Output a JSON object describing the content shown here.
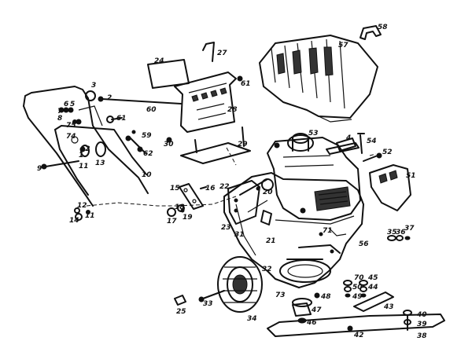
{
  "labels": [
    {
      "key": "l1",
      "text": "1"
    },
    {
      "key": "l2",
      "text": "2"
    },
    {
      "key": "l3",
      "text": "3"
    },
    {
      "key": "l5",
      "text": "5"
    },
    {
      "key": "l6",
      "text": "6"
    },
    {
      "key": "l7",
      "text": "7"
    },
    {
      "key": "l8",
      "text": "8"
    },
    {
      "key": "l9",
      "text": "9"
    },
    {
      "key": "l10",
      "text": "10"
    },
    {
      "key": "l11a",
      "text": "11"
    },
    {
      "key": "l11b",
      "text": "11"
    },
    {
      "key": "l12a",
      "text": "12"
    },
    {
      "key": "l12b",
      "text": "12"
    },
    {
      "key": "l13",
      "text": "13"
    },
    {
      "key": "l14",
      "text": "14"
    },
    {
      "key": "l15",
      "text": "15"
    },
    {
      "key": "l16",
      "text": "16"
    },
    {
      "key": "l17",
      "text": "17"
    },
    {
      "key": "l18",
      "text": "18"
    },
    {
      "key": "l19",
      "text": "19"
    },
    {
      "key": "l20",
      "text": "20"
    },
    {
      "key": "l21",
      "text": "21"
    },
    {
      "key": "l22",
      "text": "22"
    },
    {
      "key": "l23",
      "text": "23"
    },
    {
      "key": "l24",
      "text": "24"
    },
    {
      "key": "l25",
      "text": "25"
    },
    {
      "key": "l27",
      "text": "27"
    },
    {
      "key": "l28",
      "text": "28"
    },
    {
      "key": "l29",
      "text": "29"
    },
    {
      "key": "l30",
      "text": "30"
    },
    {
      "key": "l31",
      "text": "31"
    },
    {
      "key": "l32",
      "text": "32"
    },
    {
      "key": "l33",
      "text": "33"
    },
    {
      "key": "l34",
      "text": "34"
    },
    {
      "key": "l35",
      "text": "35"
    },
    {
      "key": "l36",
      "text": "36"
    },
    {
      "key": "l37",
      "text": "37"
    },
    {
      "key": "l38",
      "text": "38"
    },
    {
      "key": "l39",
      "text": "39"
    },
    {
      "key": "l40",
      "text": "40"
    },
    {
      "key": "l42",
      "text": "42"
    },
    {
      "key": "l43",
      "text": "43"
    },
    {
      "key": "l44",
      "text": "44"
    },
    {
      "key": "l45",
      "text": "45"
    },
    {
      "key": "l46",
      "text": "46"
    },
    {
      "key": "l47",
      "text": "47"
    },
    {
      "key": "l48",
      "text": "48"
    },
    {
      "key": "l49",
      "text": "49"
    },
    {
      "key": "l50",
      "text": "50"
    },
    {
      "key": "l51",
      "text": "51"
    },
    {
      "key": "l52",
      "text": "52"
    },
    {
      "key": "l53",
      "text": "53"
    },
    {
      "key": "l54",
      "text": "54"
    },
    {
      "key": "l56",
      "text": "56"
    },
    {
      "key": "l57",
      "text": "57"
    },
    {
      "key": "l58",
      "text": "58"
    },
    {
      "key": "l59",
      "text": "59"
    },
    {
      "key": "l60",
      "text": "60"
    },
    {
      "key": "l61a",
      "text": "61"
    },
    {
      "key": "l61b",
      "text": "61"
    },
    {
      "key": "l62",
      "text": "62"
    },
    {
      "key": "l70",
      "text": "70"
    },
    {
      "key": "l71",
      "text": "71"
    },
    {
      "key": "l74",
      "text": "74"
    },
    {
      "key": "l73",
      "text": "73"
    },
    {
      "key": "l75",
      "text": "75"
    },
    {
      "key": "l4",
      "text": "4"
    }
  ]
}
